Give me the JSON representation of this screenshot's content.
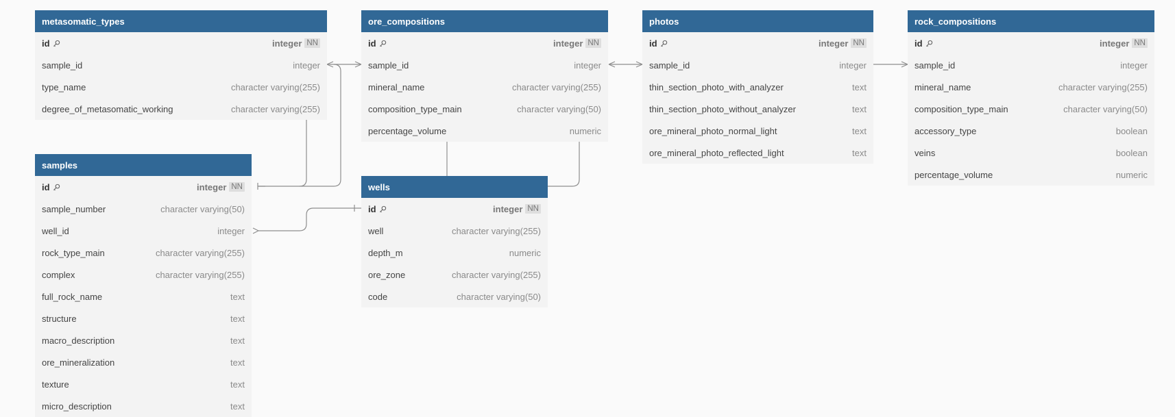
{
  "tables": [
    {
      "id": "metasomatic_types",
      "name": "metasomatic_types",
      "columns": [
        {
          "name": "id",
          "type": "integer",
          "pk": true,
          "nn": "NN"
        },
        {
          "name": "sample_id",
          "type": "integer"
        },
        {
          "name": "type_name",
          "type": "character varying(255)"
        },
        {
          "name": "degree_of_metasomatic_working",
          "type": "character varying(255)"
        }
      ]
    },
    {
      "id": "ore_compositions",
      "name": "ore_compositions",
      "columns": [
        {
          "name": "id",
          "type": "integer",
          "pk": true,
          "nn": "NN"
        },
        {
          "name": "sample_id",
          "type": "integer"
        },
        {
          "name": "mineral_name",
          "type": "character varying(255)"
        },
        {
          "name": "composition_type_main",
          "type": "character varying(50)"
        },
        {
          "name": "percentage_volume",
          "type": "numeric"
        }
      ]
    },
    {
      "id": "photos",
      "name": "photos",
      "columns": [
        {
          "name": "id",
          "type": "integer",
          "pk": true,
          "nn": "NN"
        },
        {
          "name": "sample_id",
          "type": "integer"
        },
        {
          "name": "thin_section_photo_with_analyzer",
          "type": "text"
        },
        {
          "name": "thin_section_photo_without_analyzer",
          "type": "text"
        },
        {
          "name": "ore_mineral_photo_normal_light",
          "type": "text"
        },
        {
          "name": "ore_mineral_photo_reflected_light",
          "type": "text"
        }
      ]
    },
    {
      "id": "rock_compositions",
      "name": "rock_compositions",
      "columns": [
        {
          "name": "id",
          "type": "integer",
          "pk": true,
          "nn": "NN"
        },
        {
          "name": "sample_id",
          "type": "integer"
        },
        {
          "name": "mineral_name",
          "type": "character varying(255)"
        },
        {
          "name": "composition_type_main",
          "type": "character varying(50)"
        },
        {
          "name": "accessory_type",
          "type": "boolean"
        },
        {
          "name": "veins",
          "type": "boolean"
        },
        {
          "name": "percentage_volume",
          "type": "numeric"
        }
      ]
    },
    {
      "id": "samples",
      "name": "samples",
      "columns": [
        {
          "name": "id",
          "type": "integer",
          "pk": true,
          "nn": "NN"
        },
        {
          "name": "sample_number",
          "type": "character varying(50)"
        },
        {
          "name": "well_id",
          "type": "integer"
        },
        {
          "name": "rock_type_main",
          "type": "character varying(255)"
        },
        {
          "name": "complex",
          "type": "character varying(255)"
        },
        {
          "name": "full_rock_name",
          "type": "text"
        },
        {
          "name": "structure",
          "type": "text"
        },
        {
          "name": "macro_description",
          "type": "text"
        },
        {
          "name": "ore_mineralization",
          "type": "text"
        },
        {
          "name": "texture",
          "type": "text"
        },
        {
          "name": "micro_description",
          "type": "text"
        }
      ]
    },
    {
      "id": "wells",
      "name": "wells",
      "columns": [
        {
          "name": "id",
          "type": "integer",
          "pk": true,
          "nn": "NN"
        },
        {
          "name": "well",
          "type": "character varying(255)"
        },
        {
          "name": "depth_m",
          "type": "numeric"
        },
        {
          "name": "ore_zone",
          "type": "character varying(255)"
        },
        {
          "name": "code",
          "type": "character varying(50)"
        }
      ]
    }
  ],
  "relationships": [
    {
      "from": "metasomatic_types.sample_id",
      "to": "samples.id"
    },
    {
      "from": "ore_compositions.sample_id",
      "to": "samples.id"
    },
    {
      "from": "photos.sample_id",
      "to": "samples.id"
    },
    {
      "from": "rock_compositions.sample_id",
      "to": "samples.id"
    },
    {
      "from": "samples.well_id",
      "to": "wells.id"
    }
  ],
  "colors": {
    "header": "#316896",
    "body": "#f3f3f3",
    "connector": "#8e8e8e"
  }
}
